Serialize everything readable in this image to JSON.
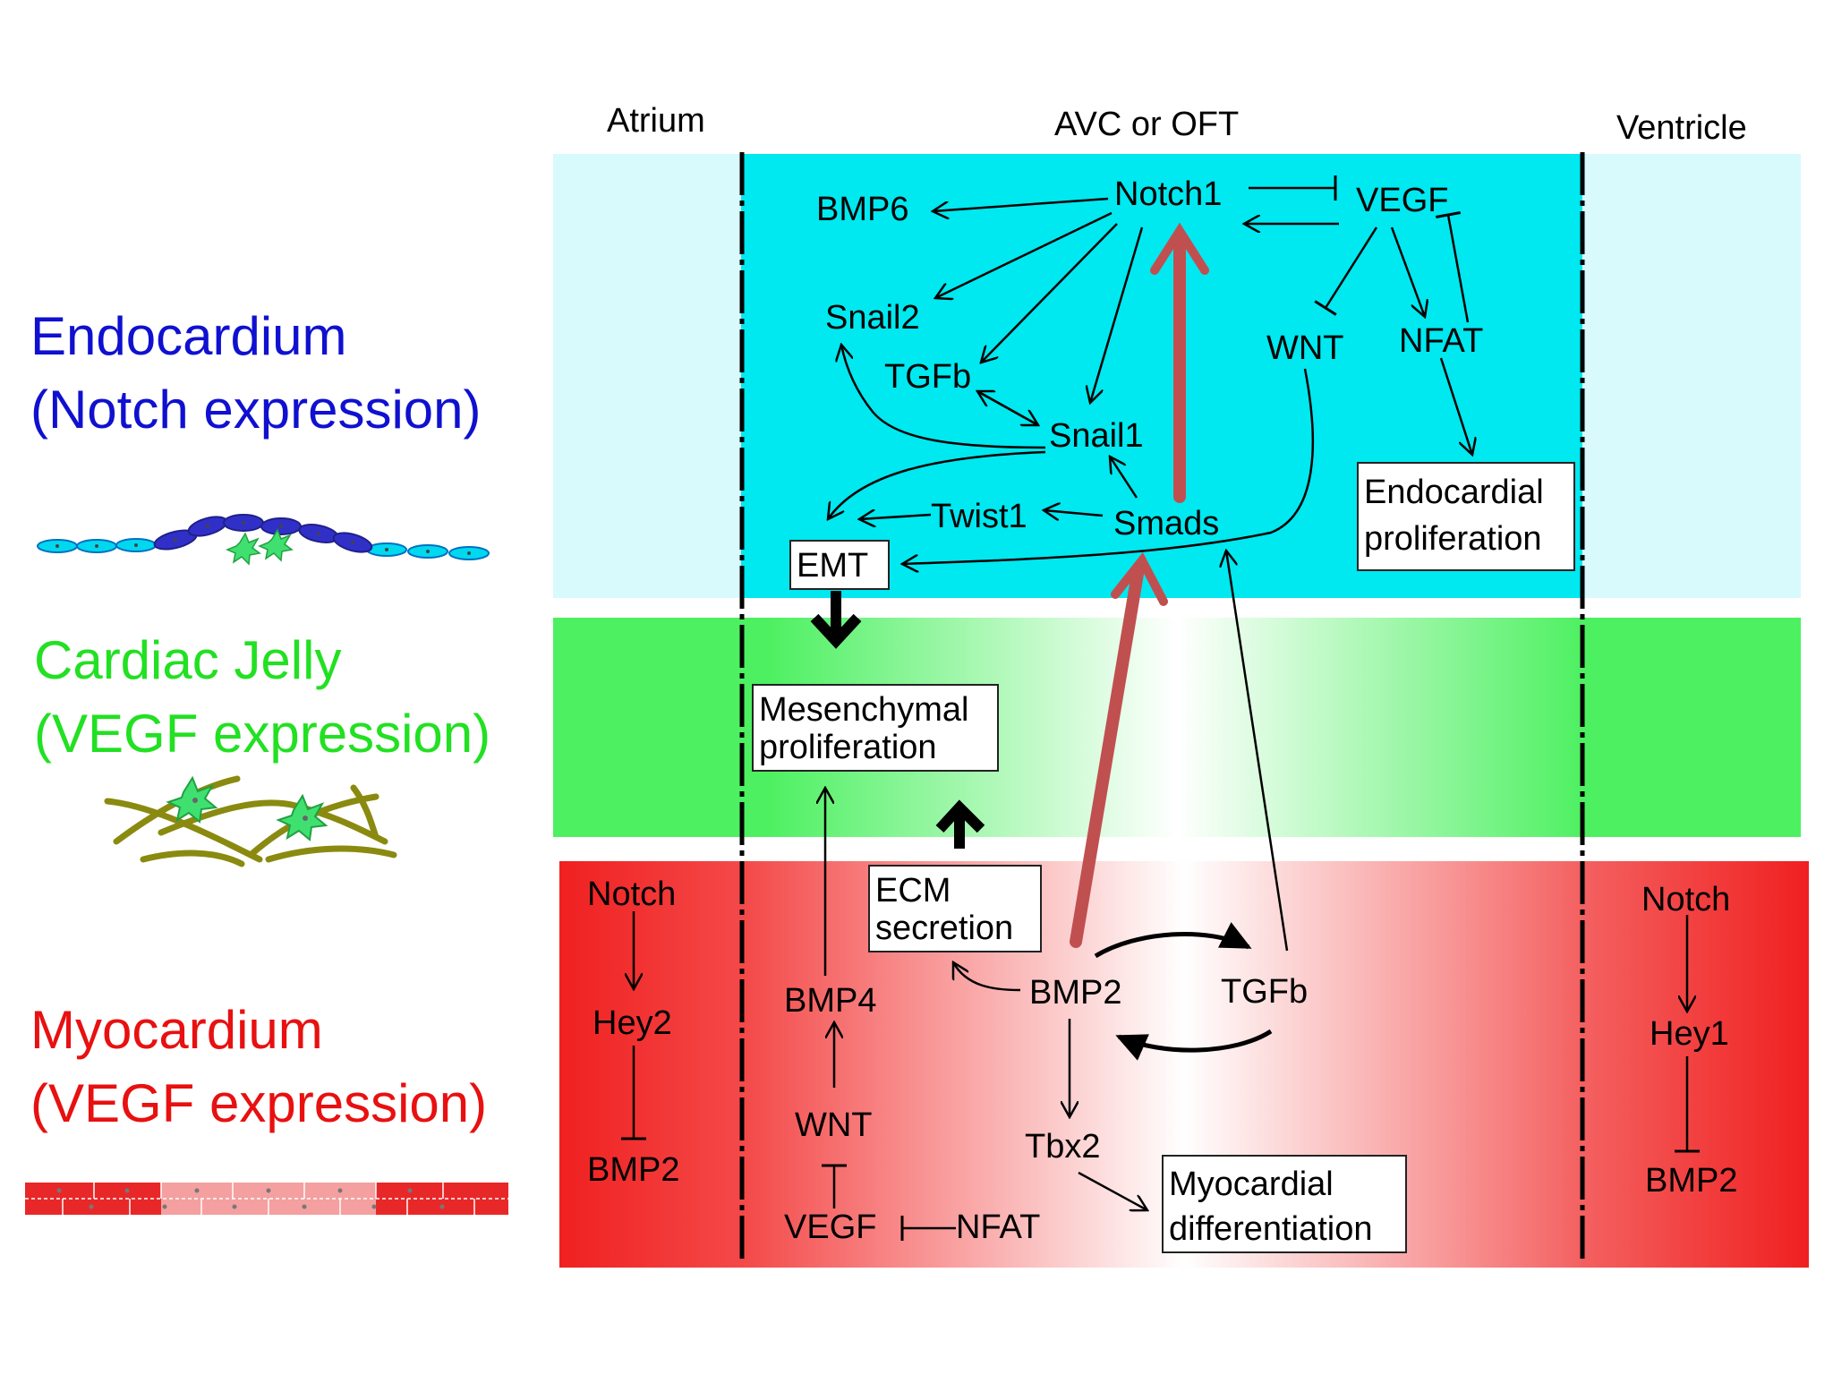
{
  "columns": {
    "atrium": "Atrium",
    "avc": "AVC or OFT",
    "ventricle": "Ventricle"
  },
  "layers": {
    "endocardium": {
      "title": "Endocardium",
      "subtitle": "(Notch expression)",
      "color": "#1010d0"
    },
    "jelly": {
      "title": "Cardiac Jelly",
      "subtitle": "(VEGF expression)",
      "color": "#22e022"
    },
    "myocardium": {
      "title": "Myocardium",
      "subtitle": "(VEGF expression)",
      "color": "#e81010"
    }
  },
  "endo_nodes": {
    "notch1": "Notch1",
    "vegf": "VEGF",
    "bmp6": "BMP6",
    "snail2": "Snail2",
    "tgfb": "TGFb",
    "wnt": "WNT",
    "nfat": "NFAT",
    "snail1": "Snail1",
    "twist1": "Twist1",
    "smads": "Smads"
  },
  "endo_boxes": {
    "emt": "EMT",
    "endo_prolif_1": "Endocardial",
    "endo_prolif_2": "proliferation"
  },
  "jelly_boxes": {
    "mes_prolif_1": "Mesenchymal",
    "mes_prolif_2": "proliferation"
  },
  "myo_nodes": {
    "bmp4": "BMP4",
    "bmp2": "BMP2",
    "tgfb": "TGFb",
    "wnt": "WNT",
    "tbx2": "Tbx2",
    "vegf": "VEGF",
    "nfat": "NFAT"
  },
  "myo_boxes": {
    "ecm_1": "ECM",
    "ecm_2": "secretion",
    "myo_diff_1": "Myocardial",
    "myo_diff_2": "differentiation"
  },
  "atrium_myo": {
    "notch": "Notch",
    "hey2": "Hey2",
    "bmp2": "BMP2"
  },
  "ventricle_myo": {
    "notch": "Notch",
    "hey1": "Hey1",
    "bmp2": "BMP2"
  },
  "colors": {
    "endo_cyan": "#00e8f0",
    "endo_light": "#d8fafc",
    "jelly_green": "#4cf060",
    "myo_red": "#f02020",
    "pathway_arrow": "#c05050"
  }
}
